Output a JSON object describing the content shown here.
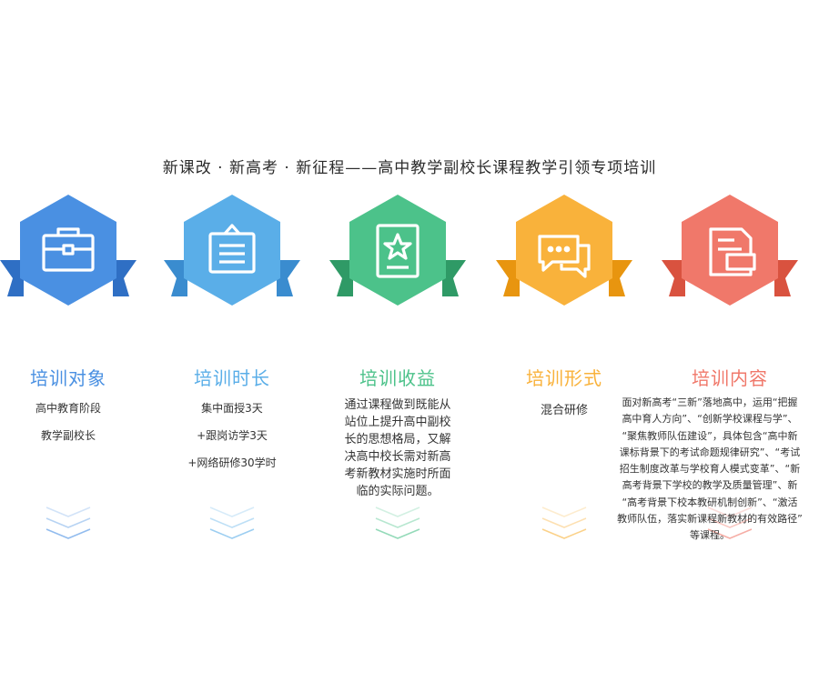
{
  "title": "新课改 · 新高考 · 新征程——高中教学副校长课程教学引领专项培训",
  "items": [
    {
      "title": "培训对象",
      "icon": "briefcase-icon",
      "color": "#4a90e2",
      "dark": "#2f6fc4",
      "lines": [
        "高中教育阶段",
        "教学副校长"
      ]
    },
    {
      "title": "培训时长",
      "icon": "schedule-board-icon",
      "color": "#5aaee8",
      "dark": "#3a8ccf",
      "lines": [
        "集中面授3天",
        "+跟岗访学3天",
        "+网络研修30学时"
      ]
    },
    {
      "title": "培训收益",
      "icon": "star-certificate-icon",
      "color": "#4cc28a",
      "dark": "#2f9a66",
      "lines": [
        "通过课程做到既能从",
        "站位上提升高中副校",
        "长的思想格局，又解",
        "决高中校长需对新高",
        "考新教材实施时所面",
        "临的实际问题。"
      ]
    },
    {
      "title": "培训形式",
      "icon": "chat-bubbles-icon",
      "color": "#f9b23b",
      "dark": "#e8950f",
      "lines": [
        "混合研修"
      ]
    },
    {
      "title": "培训内容",
      "icon": "document-icon",
      "color": "#f0786a",
      "dark": "#d9523f",
      "lines": [
        "面对新高考“三新”落地高中，运用“把握",
        "高中育人方向”、“创新学校课程与学”、",
        "“聚焦教师队伍建设”，具体包含“高中新",
        "课标背景下的考试命题规律研究”、“考试",
        "招生制度改革与学校育人模式变革”、“新",
        "高考背景下学校的教学及质量管理”、新",
        "“高考背景下校本教研机制创新”、“激活",
        "教师队伍，落实新课程新教材的有效路径”",
        "等课程。"
      ]
    }
  ]
}
